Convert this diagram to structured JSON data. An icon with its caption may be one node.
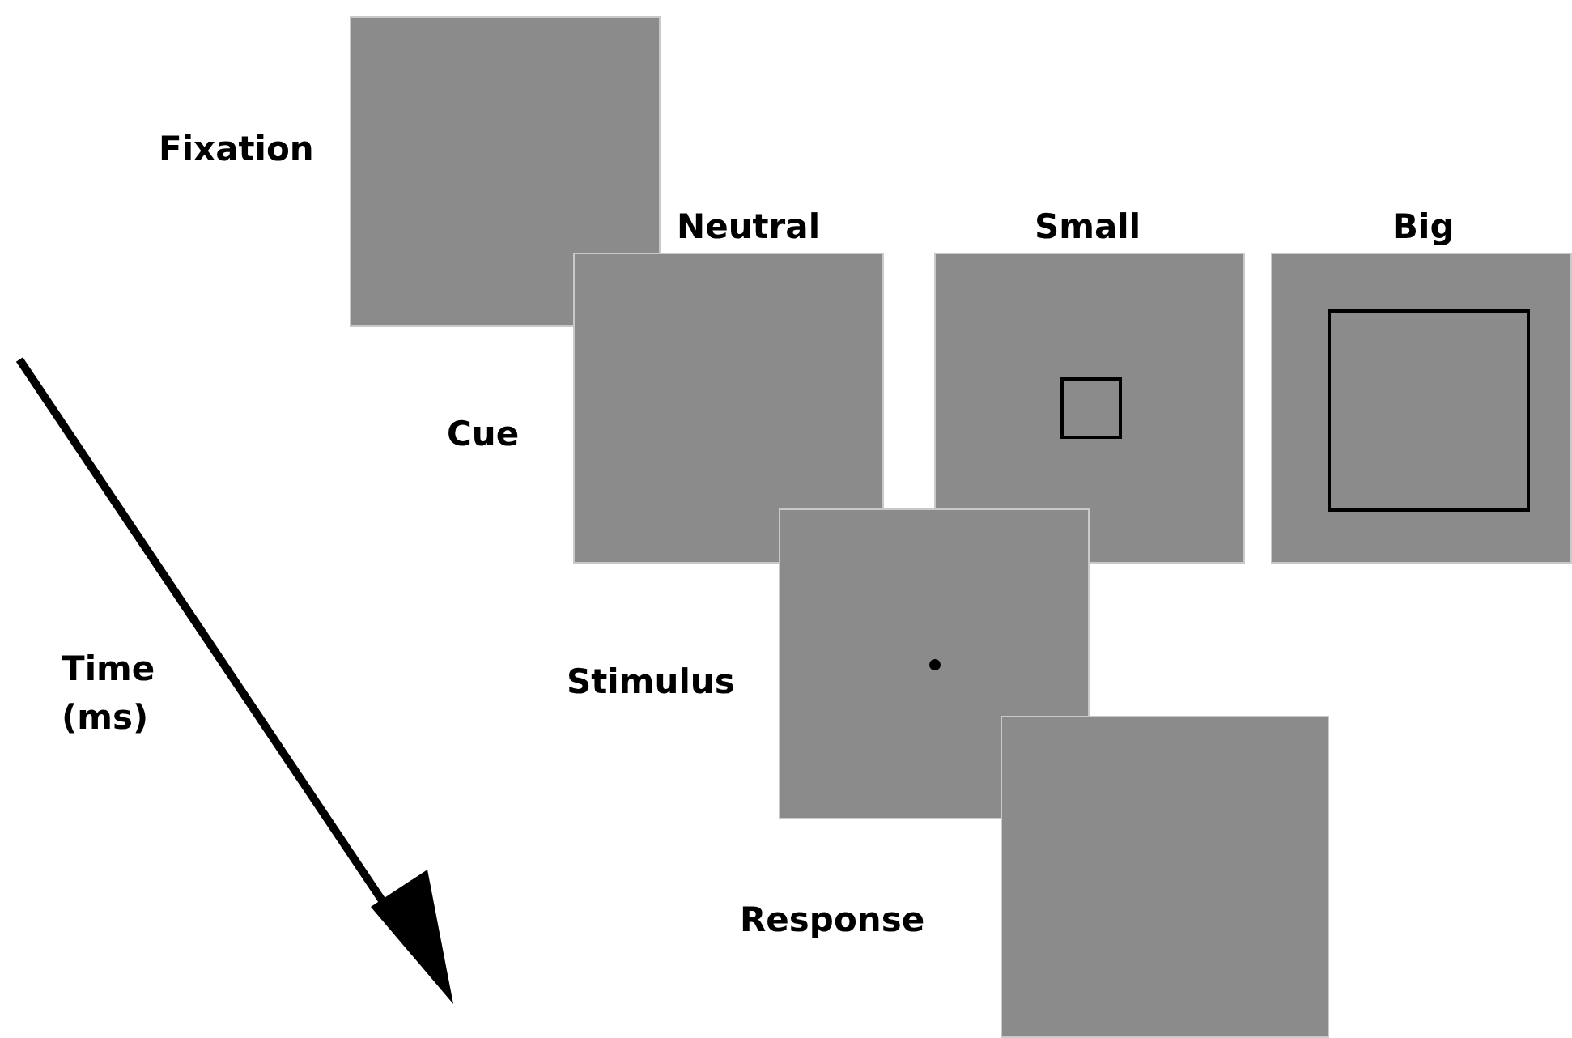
{
  "diagram": {
    "nodes": [
      {
        "text": [],
        "shape": "box",
        "beside": [
          "Fixation"
        ]
      },
      {
        "text": [
          "Neutral"
        ]
      },
      {
        "text": [
          "Small"
        ]
      },
      {
        "text": [],
        "shape": "box",
        "in": 2
      },
      {
        "text": [
          "Big"
        ]
      },
      {
        "text": [],
        "shape": "box",
        "in": 4
      },
      {
        "text": [],
        "shape": "box",
        "beside": [
          "Stimulus"
        ]
      },
      {
        "text": [],
        "shape": "circle",
        "in": 6
      },
      {
        "text": [],
        "shape": "box",
        "beside": [
          "Response"
        ]
      }
    ],
    "edges": [],
    "labels": [
      "Cue",
      "Time (ms)"
    ]
  }
}
